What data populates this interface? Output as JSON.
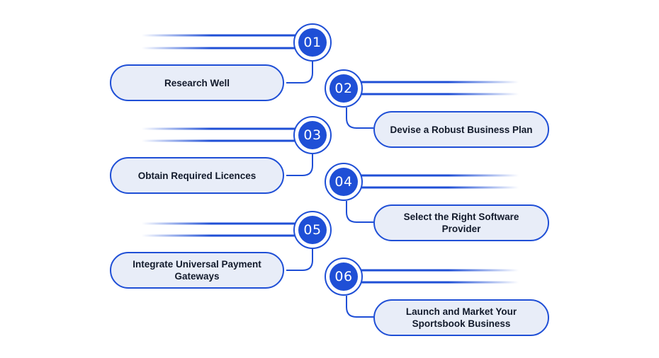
{
  "steps": [
    {
      "number": "01",
      "label": "Research Well"
    },
    {
      "number": "02",
      "label": "Devise a Robust Business Plan"
    },
    {
      "number": "03",
      "label": "Obtain Required Licences"
    },
    {
      "number": "04",
      "label": "Select the Right Software Provider"
    },
    {
      "number": "05",
      "label": "Integrate Universal Payment\nGateways"
    },
    {
      "number": "06",
      "label": "Launch and Market Your\nSportsbook Business"
    }
  ],
  "colors": {
    "accent": "#1f4fd6",
    "pill_fill": "#e8edf8",
    "text": "#121a2b",
    "number_text": "#ffffff"
  }
}
